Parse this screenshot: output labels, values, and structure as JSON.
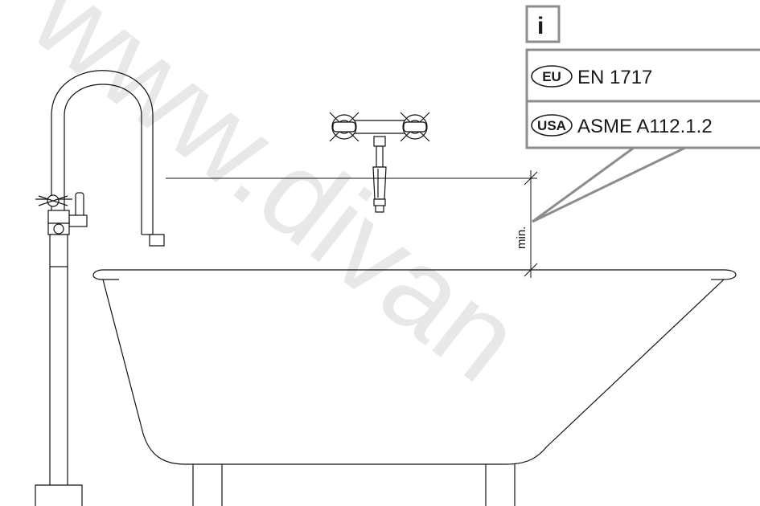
{
  "watermark": "www.divan",
  "info_box": {
    "icon_label": "i",
    "rows": [
      {
        "badge": "EU",
        "standard": "EN 1717"
      },
      {
        "badge": "USA",
        "standard": "ASME A112.1.2"
      }
    ]
  },
  "dimension": {
    "label": "min."
  }
}
